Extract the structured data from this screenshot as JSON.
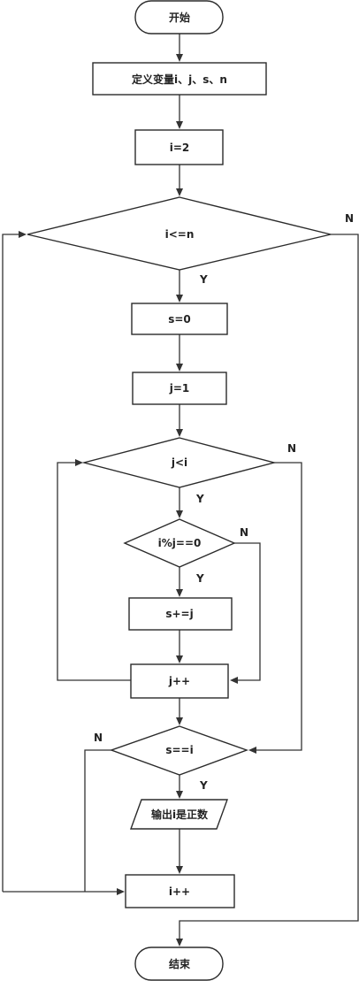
{
  "flowchart": {
    "start": "开始",
    "define_vars": "定义变量i、j、s、n",
    "init_i": "i=2",
    "cond_outer": "i<=n",
    "init_s": "s=0",
    "init_j": "j=1",
    "cond_inner": "j<i",
    "cond_mod": "i%j==0",
    "add_s": "s+=j",
    "inc_j": "j++",
    "cond_perfect": "s==i",
    "output": "输出i是正数",
    "inc_i": "i++",
    "end": "结束",
    "labels": {
      "outer_no": "N",
      "outer_yes": "Y",
      "inner_no": "N",
      "inner_yes": "Y",
      "mod_no": "N",
      "mod_yes": "Y",
      "perfect_no": "N",
      "perfect_yes": "Y"
    }
  }
}
